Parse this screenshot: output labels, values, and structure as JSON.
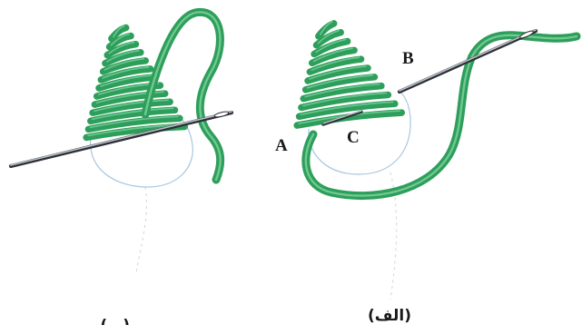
{
  "figure": {
    "captions": {
      "right": "(الف)",
      "left": "(ب)"
    },
    "point_labels": {
      "a": "A",
      "b": "B",
      "c": "C"
    },
    "colors": {
      "thread": "#2e9e5b",
      "thread_dark": "#1f7a43",
      "thread_light": "#7fd3a0",
      "needle": "#5b6068",
      "outline": "#8fb3cf"
    }
  }
}
